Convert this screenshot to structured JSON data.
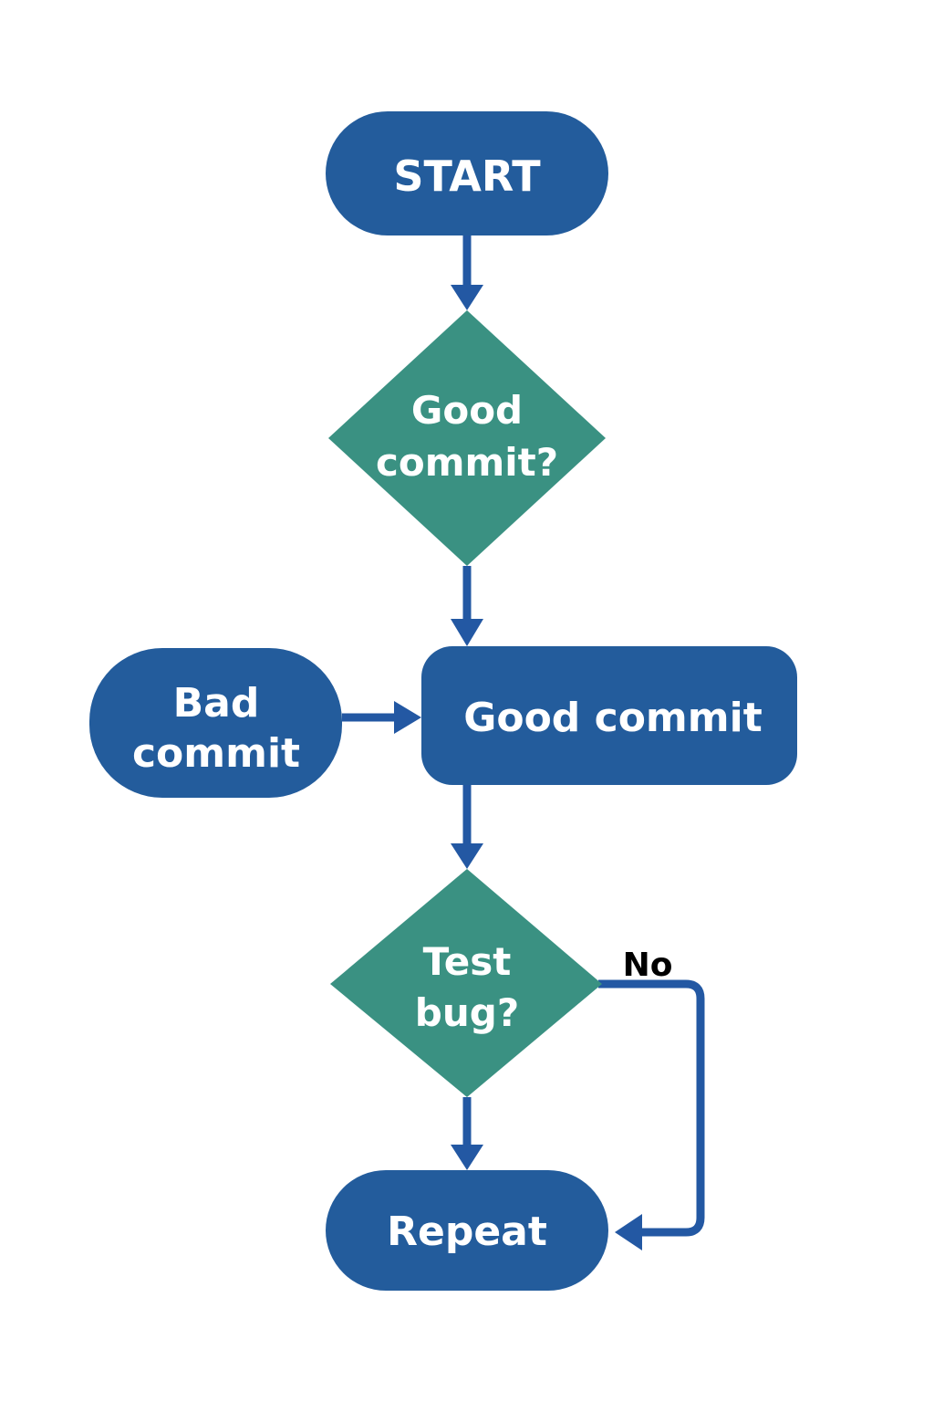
{
  "colors": {
    "terminal": "#235c9c",
    "process": "#235c9c",
    "decision": "#3a9182",
    "connector": "#2358a3",
    "background": "#ffffff"
  },
  "nodes": {
    "start": {
      "label": "START"
    },
    "good_commit_decision": {
      "line1": "Good",
      "line2": "commit?"
    },
    "bad_commit": {
      "line1": "Bad",
      "line2": "commit"
    },
    "good_commit": {
      "label": "Good commit"
    },
    "test_bug_decision": {
      "line1": "Test",
      "line2": "bug?"
    },
    "repeat": {
      "label": "Repeat"
    }
  },
  "edges": {
    "test_bug_no": {
      "label": "No"
    }
  }
}
